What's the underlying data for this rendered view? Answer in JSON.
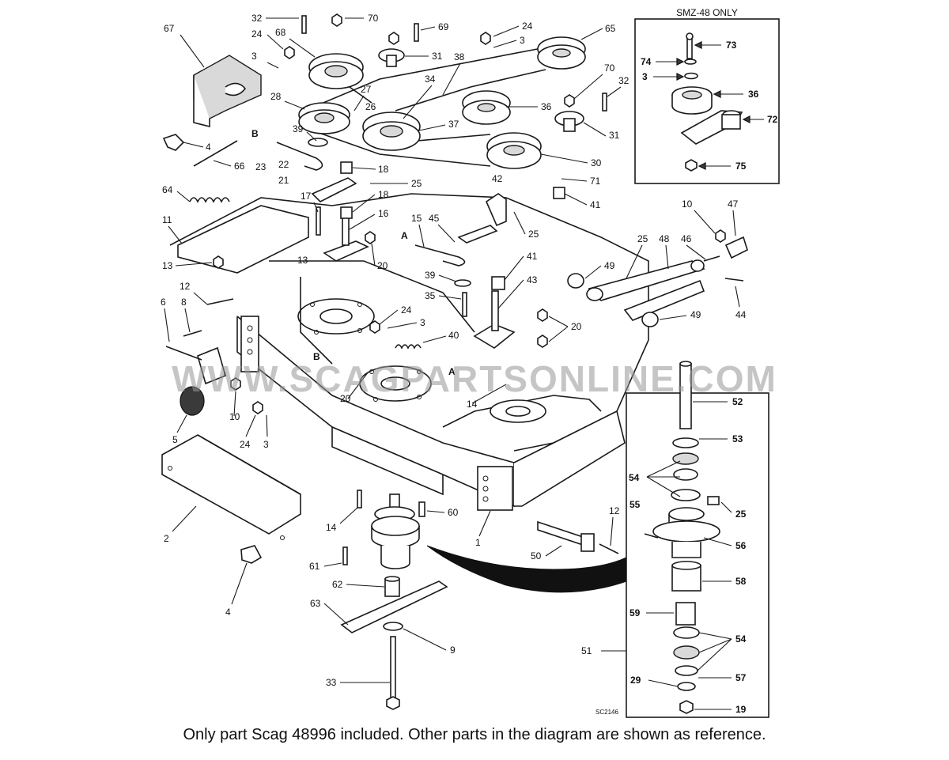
{
  "watermark": "WWW.SCAGPARTSONLINE.COM",
  "caption": "Only part Scag 48996 included. Other parts in the diagram are shown as reference.",
  "inset_smz": {
    "title": "SMZ-48 ONLY",
    "labels": [
      "73",
      "74",
      "3",
      "36",
      "72",
      "75"
    ]
  },
  "inset_spindle": {
    "labels": [
      "52",
      "53",
      "54",
      "55",
      "25",
      "56",
      "58",
      "59",
      "54",
      "57",
      "29",
      "19",
      "51"
    ],
    "drawing_code": "SC2146"
  },
  "callouts": {
    "top": [
      "32",
      "70",
      "69",
      "24",
      "3",
      "65",
      "67",
      "24",
      "68",
      "31",
      "38",
      "3",
      "34",
      "70",
      "32",
      "28",
      "27",
      "26",
      "36",
      "37",
      "31",
      "30"
    ],
    "mid_left": [
      "4",
      "66",
      "39",
      "23",
      "B",
      "22",
      "18",
      "25",
      "21",
      "18",
      "71",
      "64",
      "17",
      "16",
      "42",
      "41",
      "15",
      "45",
      "A",
      "25",
      "11",
      "13",
      "20",
      "13",
      "41",
      "39",
      "43",
      "12",
      "35",
      "24",
      "3"
    ],
    "right": [
      "10",
      "47",
      "25",
      "48",
      "46",
      "49",
      "49",
      "44",
      "20",
      "40"
    ],
    "lower_left": [
      "6",
      "8",
      "B",
      "20",
      "A",
      "14",
      "10",
      "24",
      "3",
      "5"
    ],
    "bottom": [
      "60",
      "14",
      "2",
      "1",
      "12",
      "50",
      "61",
      "62",
      "4",
      "63",
      "9",
      "33"
    ]
  }
}
